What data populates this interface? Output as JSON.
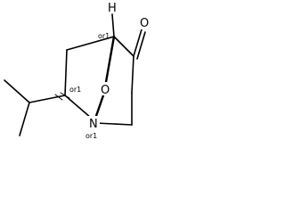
{
  "atoms": {
    "hydrogen": "H",
    "oxygen_ketone": "O",
    "oxygen_bridge": "O",
    "nitrogen": "N"
  },
  "stereo_labels": {
    "c1": "or1",
    "c7": "or1",
    "n": "or1"
  },
  "colors": {
    "ink": "#000000",
    "background": "#ffffff"
  }
}
